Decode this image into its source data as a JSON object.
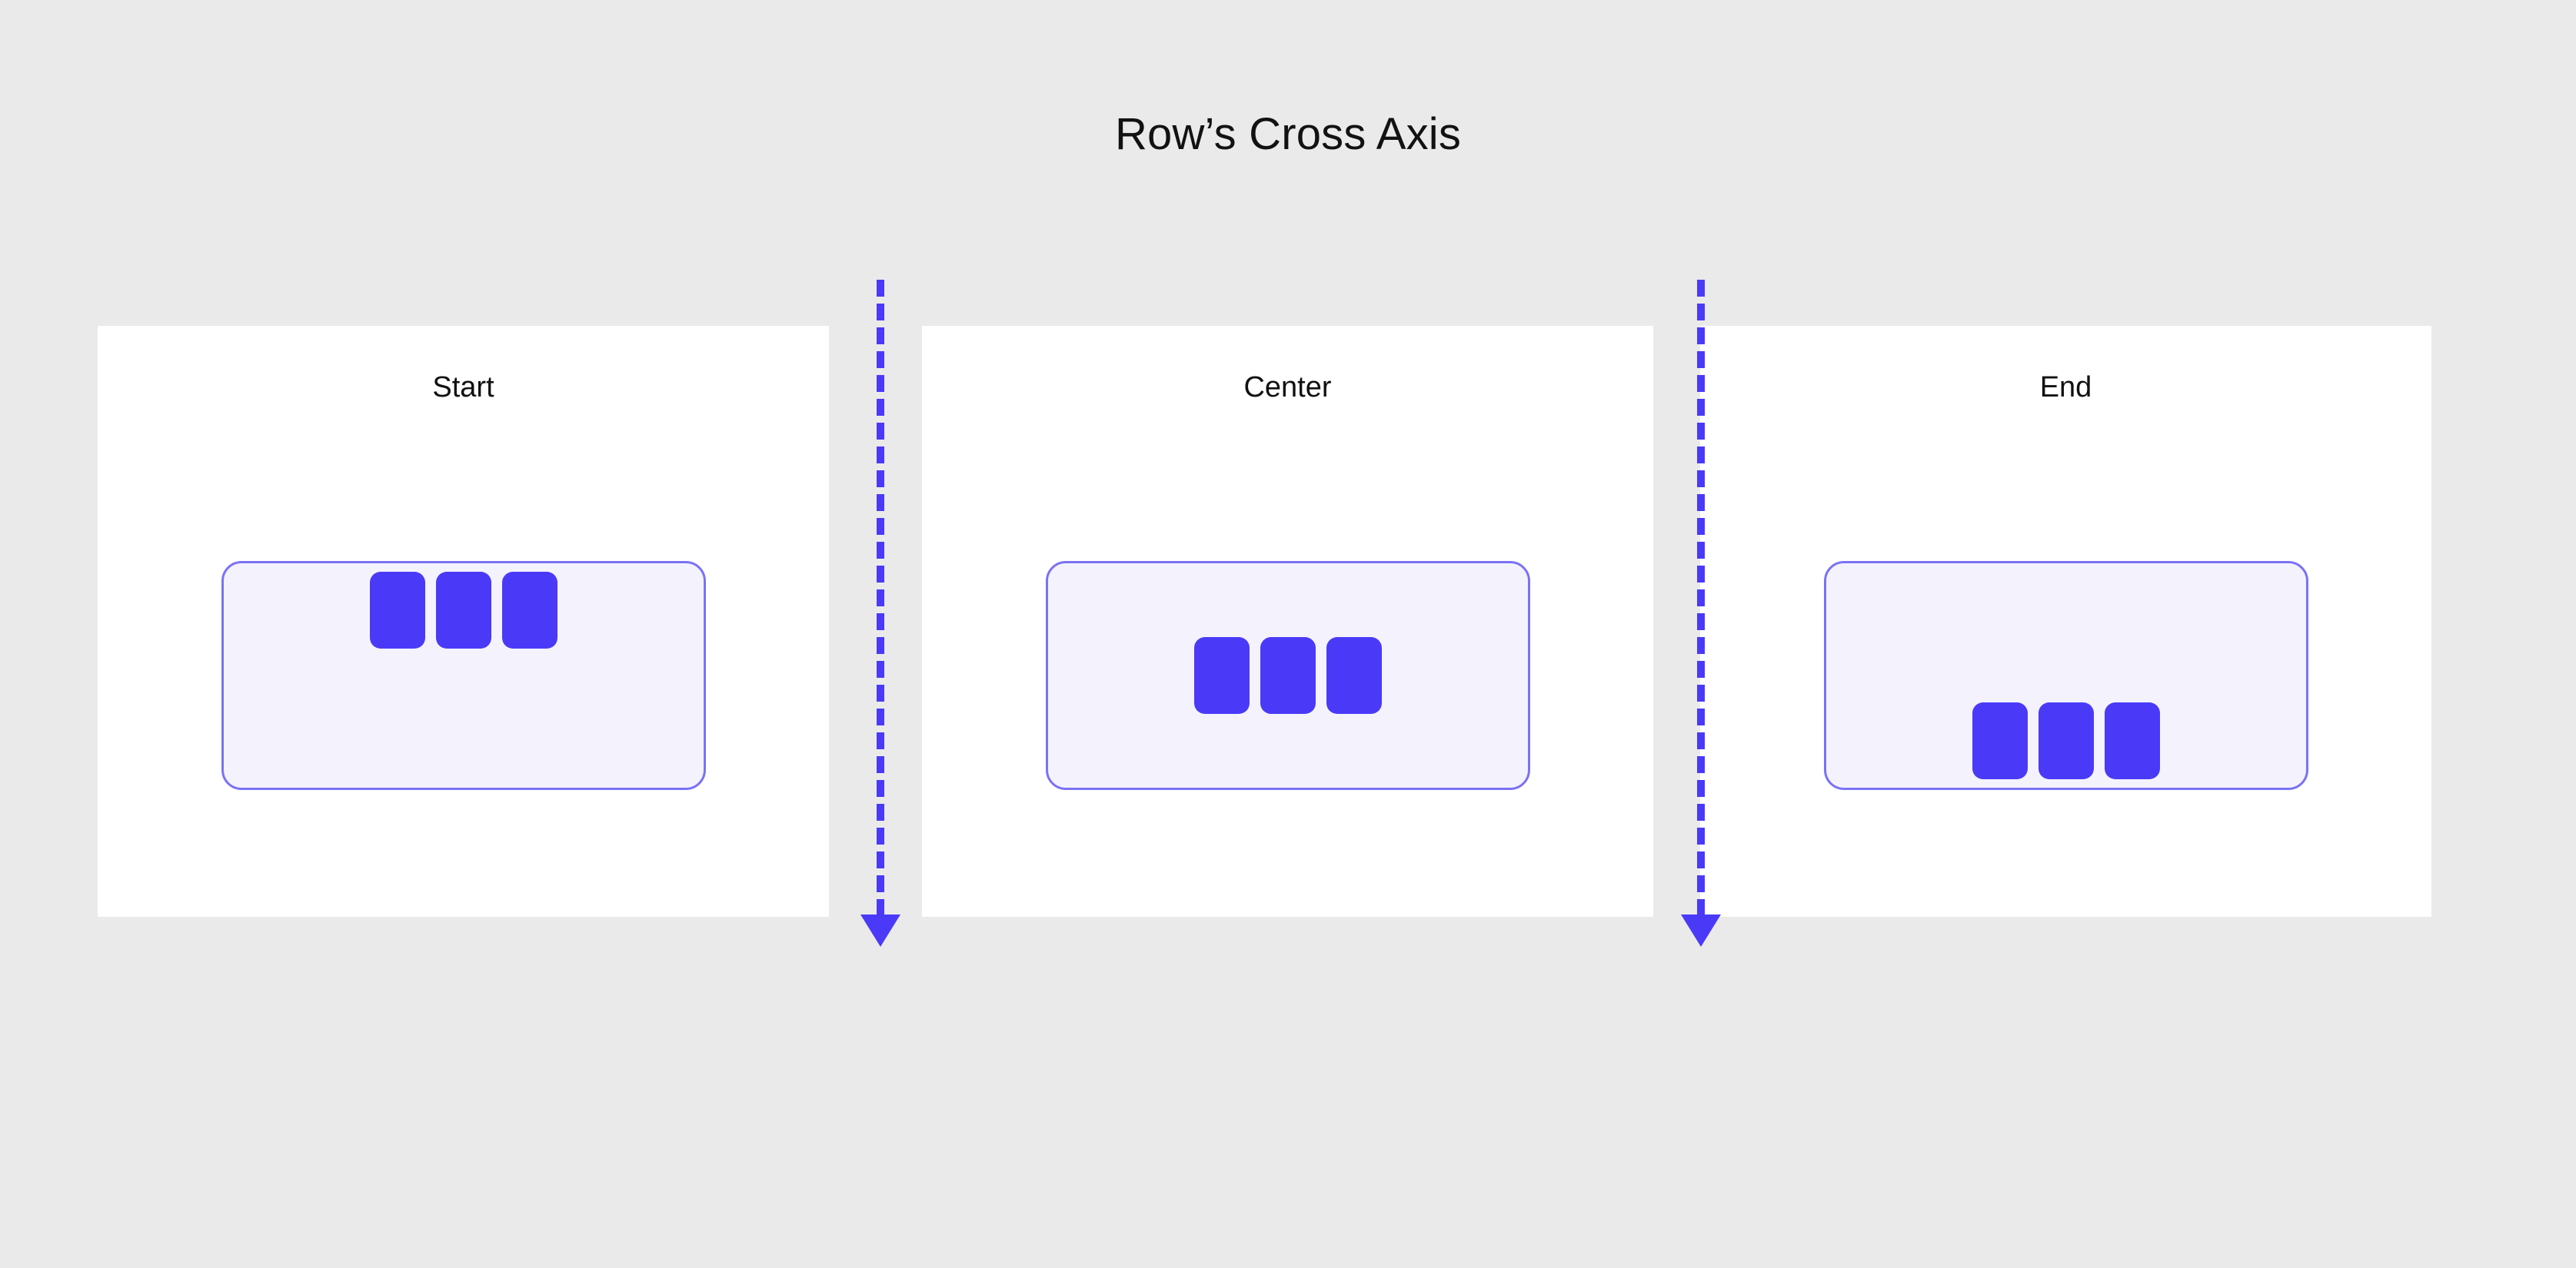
{
  "title": "Row’s Cross Axis",
  "colors": {
    "page_background": "#eaeaea",
    "card_background": "#ffffff",
    "container_background": "#f4f3fd",
    "container_border": "#7b72f5",
    "item_fill": "#4a3af7",
    "accent": "#4a3af7",
    "title_text": "#121212",
    "label_text": "#111111"
  },
  "cards": [
    {
      "label": "Start",
      "alignment": "start",
      "items": [
        {
          "name": "box-1"
        },
        {
          "name": "box-2"
        },
        {
          "name": "box-3"
        }
      ]
    },
    {
      "label": "Center",
      "alignment": "center",
      "items": [
        {
          "name": "box-1"
        },
        {
          "name": "box-2"
        },
        {
          "name": "box-3"
        }
      ]
    },
    {
      "label": "End",
      "alignment": "end",
      "items": [
        {
          "name": "box-1"
        },
        {
          "name": "box-2"
        },
        {
          "name": "box-3"
        }
      ]
    }
  ],
  "axis_arrows": [
    {
      "name": "cross-axis-arrow-1",
      "direction": "down",
      "style": "dashed"
    },
    {
      "name": "cross-axis-arrow-2",
      "direction": "down",
      "style": "dashed"
    }
  ]
}
